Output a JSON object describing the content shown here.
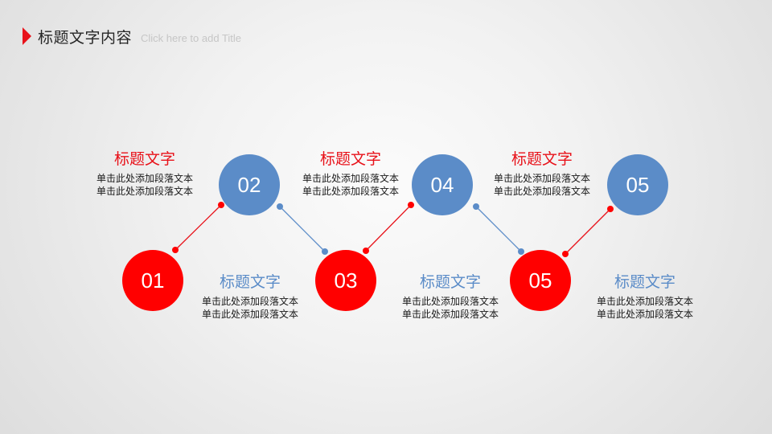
{
  "header": {
    "title": "标题文字内容",
    "subtitle": "Click here to add Title",
    "accent_color": "#e8121a"
  },
  "colors": {
    "red": "#ff0000",
    "blue": "#5b8cc8",
    "red_title": "#e8121a",
    "body_text": "#1a1a1a"
  },
  "steps": [
    {
      "number": "01",
      "color": "red",
      "title": "标题文字",
      "lines": [
        "单击此处添加段落文本",
        "单击此处添加段落文本"
      ]
    },
    {
      "number": "02",
      "color": "blue",
      "title": "标题文字",
      "lines": [
        "单击此处添加段落文本",
        "单击此处添加段落文本"
      ]
    },
    {
      "number": "03",
      "color": "red",
      "title": "标题文字",
      "lines": [
        "单击此处添加段落文本",
        "单击此处添加段落文本"
      ]
    },
    {
      "number": "04",
      "color": "blue",
      "title": "标题文字",
      "lines": [
        "单击此处添加段落文本",
        "单击此处添加段落文本"
      ]
    },
    {
      "number": "05",
      "color": "red",
      "title": "标题文字",
      "lines": [
        "单击此处添加段落文本",
        "单击此处添加段落文本"
      ]
    },
    {
      "number": "05",
      "color": "blue",
      "title": "标题文字",
      "lines": [
        "单击此处添加段落文本",
        "单击此处添加段落文本"
      ]
    }
  ]
}
